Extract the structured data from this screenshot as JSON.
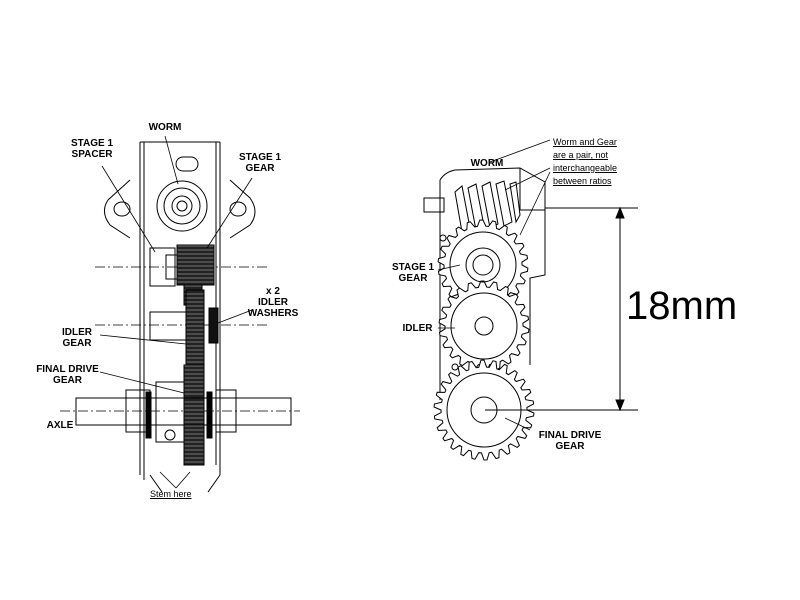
{
  "colors": {
    "ink": "#000000",
    "paper": "#ffffff",
    "hatch": "#333333"
  },
  "left_view": {
    "worm": "WORM",
    "stage1_spacer": [
      "STAGE 1",
      "SPACER"
    ],
    "stage1_gear": [
      "STAGE 1",
      "GEAR"
    ],
    "idler_washers": [
      "x 2",
      "IDLER",
      "WASHERS"
    ],
    "idler_gear": [
      "IDLER",
      "GEAR"
    ],
    "final_drive_gear": [
      "FINAL DRIVE",
      "GEAR"
    ],
    "axle": "AXLE",
    "stem_note": "Stem here"
  },
  "right_view": {
    "worm": "WORM",
    "pair_note": [
      "Worm and Gear",
      "are a pair, not",
      "interchangeable",
      "between ratios"
    ],
    "stage1_gear": [
      "STAGE 1",
      "GEAR"
    ],
    "idler": "IDLER",
    "final_drive_gear": [
      "FINAL DRIVE",
      "GEAR"
    ],
    "dimension": "18mm"
  }
}
